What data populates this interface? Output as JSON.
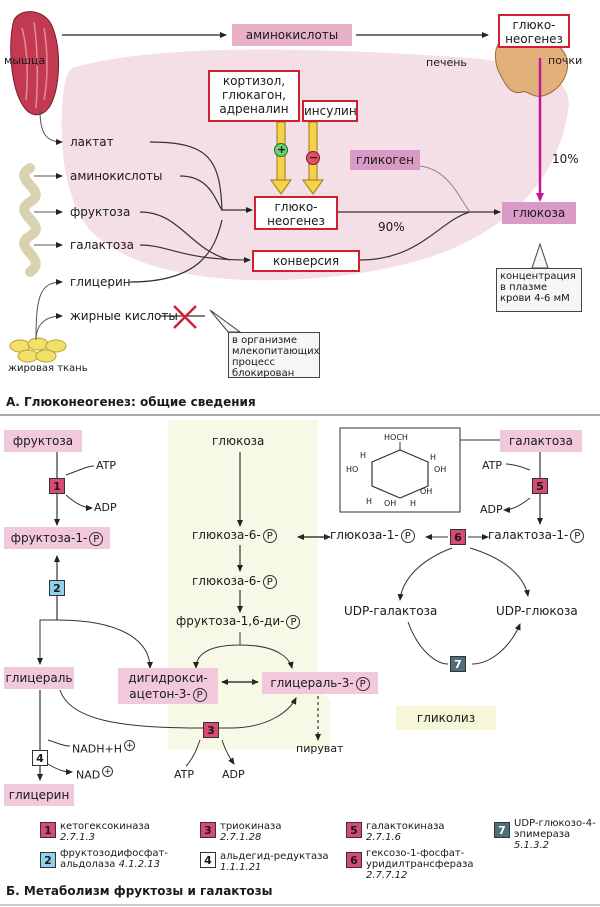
{
  "panel_a": {
    "title": "А. Глюконеогенез: общие сведения",
    "muscle_label": "мышца",
    "liver_label": "печень",
    "kidney_label": "почки",
    "fat_label": "жировая ткань",
    "aminoacids_top": "аминокислоты",
    "gng_kidney": [
      "глюко-",
      "неогенез"
    ],
    "hormones": [
      "кортизол,",
      "глюкагон,",
      "адреналин"
    ],
    "insulin": "инсулин",
    "plus": "+",
    "minus": "−",
    "glycogen": "гликоген",
    "glucose": "глюкоза",
    "percent_10": "10%",
    "percent_90": "90%",
    "gng_liver": [
      "глюко-",
      "неогенез"
    ],
    "conversion": "конверсия",
    "substrates": [
      "лактат",
      "аминокислоты",
      "фруктоза",
      "галактоза",
      "глицерин",
      "жирные кислоты"
    ],
    "concentration_note": [
      "концентрация",
      "в плазме",
      "крови 4-6 мМ"
    ],
    "blocked_note": [
      "в организме",
      "млекопитающих",
      "процесс",
      "блокирован"
    ]
  },
  "panel_b": {
    "title": "Б. Метаболизм фруктозы и галактозы",
    "fructose": "фруктоза",
    "fructose_1p": "фруктоза-1-",
    "glycerald": "глицераль",
    "glycerol": "глицерин",
    "glucose": "глюкоза",
    "glucose_6p_a": "глюкоза-6-",
    "glucose_6p_b": "глюкоза-6-",
    "fructose_16": "фруктоза-1,6-ди-",
    "dhap": [
      "дигидрокси-",
      "ацетон-3-"
    ],
    "glycerald_3p": "глицераль-3-",
    "pyruvate": "пируват",
    "glycolysis": "гликолиз",
    "glucose_1p": "глюкоза-1-",
    "galactose": "галактоза",
    "galactose_1p": "галактоза-1-",
    "udp_gal": "UDP-галактоза",
    "udp_glc": "UDP-глюкоза",
    "atp": "ATP",
    "adp": "ADP",
    "nadh": "NADH+H",
    "nad": "NAD",
    "p": "P",
    "structure_labels": [
      "HOCH",
      "H",
      "HO",
      "OH",
      "H",
      "H",
      "OH",
      "H",
      "OH"
    ],
    "enzyme_numbers": [
      "1",
      "2",
      "3",
      "4",
      "5",
      "6",
      "7"
    ]
  },
  "legend": [
    {
      "num": "1",
      "name": "кетогексокиназа",
      "ec": "2.7.1.3",
      "color": "#d94a72"
    },
    {
      "num": "2",
      "name": "фруктозодифосфат-альдолаза",
      "ec": "4.1.2.13",
      "color": "#8fd0ea"
    },
    {
      "num": "3",
      "name": "триокиназа",
      "ec": "2.7.1.28",
      "color": "#d94a72"
    },
    {
      "num": "4",
      "name": "альдегид-редуктаза",
      "ec": "1.1.1.21",
      "color": "#ffffff"
    },
    {
      "num": "5",
      "name": "галактокиназа",
      "ec": "2.7.1.6",
      "color": "#d94a72"
    },
    {
      "num": "6",
      "name": "гексозо-1-фосфат-уридилтрансфераза",
      "ec": "2.7.7.12",
      "color": "#d94a72"
    },
    {
      "num": "7",
      "name": "UDP-глюкозо-4-эпимераза",
      "ec": "5.1.3.2",
      "color": "#4f6e7c"
    }
  ]
}
